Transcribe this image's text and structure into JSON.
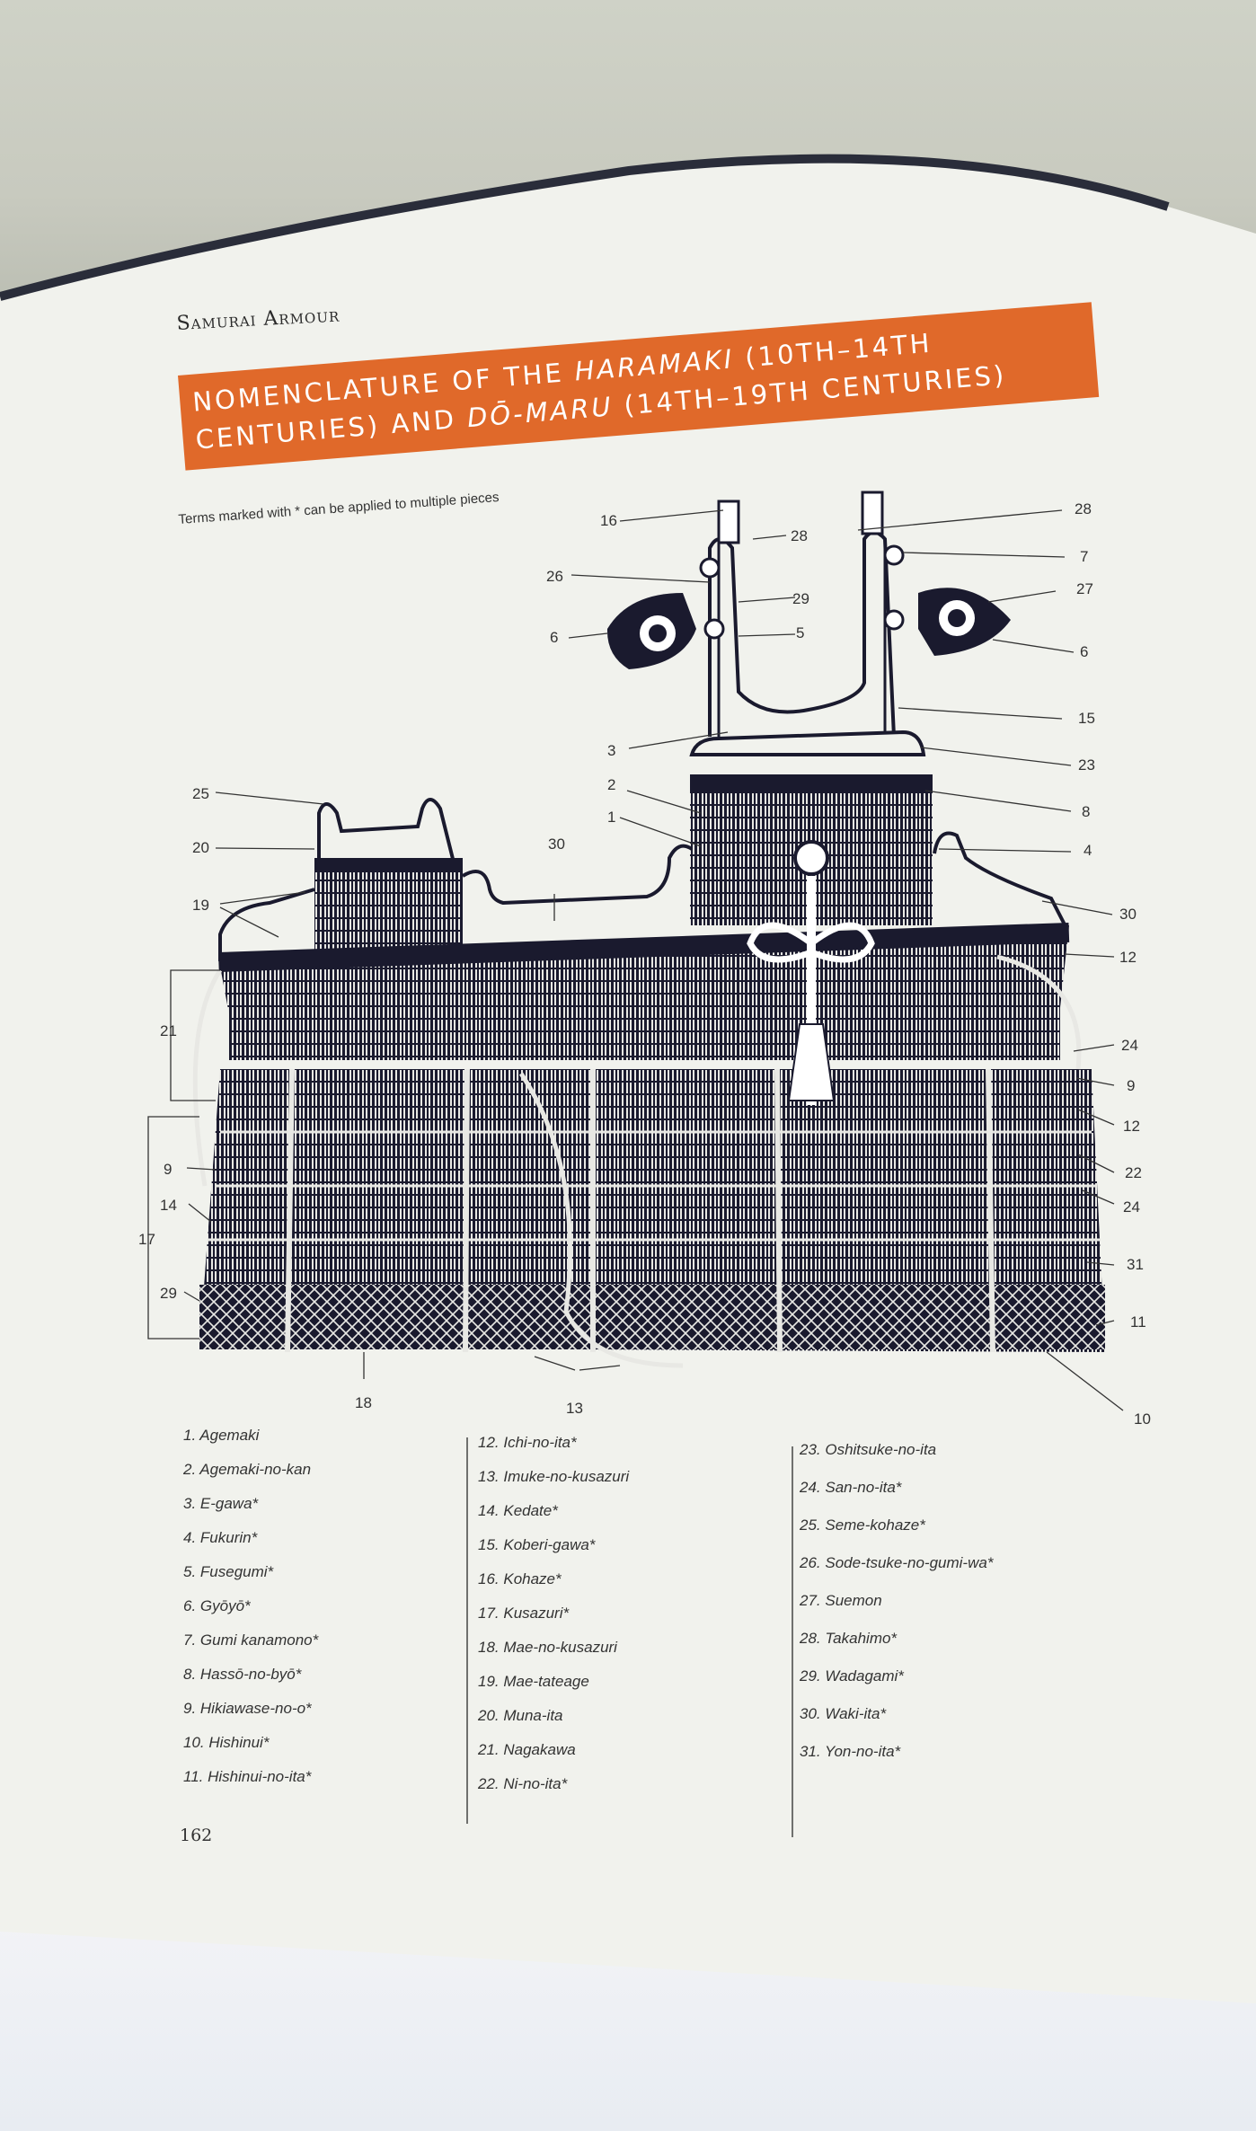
{
  "header": {
    "running_title": "Samurai Armour"
  },
  "banner": {
    "line1_pre": "NOMENCLATURE OF THE ",
    "line1_em": "HARAMAKI",
    "line1_post": " (10TH–14TH",
    "line2_pre": "CENTURIES) AND ",
    "line2_em": "DŌ-MARU",
    "line2_post": " (14TH–19TH CENTURIES)"
  },
  "note": "Terms marked with * can be applied to multiple pieces",
  "callouts": {
    "c16": "16",
    "c28a": "28",
    "c28b": "28",
    "c7": "7",
    "c26": "26",
    "c29": "29",
    "c27": "27",
    "c6a": "6",
    "c5": "5",
    "c6b": "6",
    "c15": "15",
    "c3": "3",
    "c23": "23",
    "c2": "2",
    "c25": "25",
    "c8": "8",
    "c1": "1",
    "c20": "20",
    "c30a": "30",
    "c4": "4",
    "c19": "19",
    "c30b": "30",
    "c12a": "12",
    "c21": "21",
    "c24a": "24",
    "c9a": "9",
    "c12b": "12",
    "c9b": "9",
    "c22": "22",
    "c14": "14",
    "c24b": "24",
    "c17": "17",
    "c31": "31",
    "c29b": "29",
    "c11": "11",
    "c18": "18",
    "c13": "13",
    "c10": "10"
  },
  "legend": {
    "col1": [
      "1. Agemaki",
      "2. Agemaki-no-kan",
      "3. E-gawa*",
      "4. Fukurin*",
      "5. Fusegumi*",
      "6. Gyōyō*",
      "7. Gumi kanamono*",
      "8. Hassō-no-byō*",
      "9. Hikiawase-no-o*",
      "10. Hishinui*",
      "11. Hishinui-no-ita*"
    ],
    "col2": [
      "12. Ichi-no-ita*",
      "13. Imuke-no-kusazuri",
      "14. Kedate*",
      "15. Koberi-gawa*",
      "16. Kohaze*",
      "17. Kusazuri*",
      "18. Mae-no-kusazuri",
      "19. Mae-tateage",
      "20. Muna-ita",
      "21. Nagakawa",
      "22. Ni-no-ita*"
    ],
    "col3": [
      "23. Oshitsuke-no-ita",
      "24. San-no-ita*",
      "25. Seme-kohaze*",
      "26. Sode-tsuke-no-gumi-wa*",
      "27. Suemon",
      "28. Takahimo*",
      "29. Wadagami*",
      "30. Waki-ita*",
      "31. Yon-no-ita*"
    ]
  },
  "page_number": "162",
  "colors": {
    "banner": "#e0692a",
    "ink": "#1a1a2e",
    "paper": "#f3f4ef"
  }
}
